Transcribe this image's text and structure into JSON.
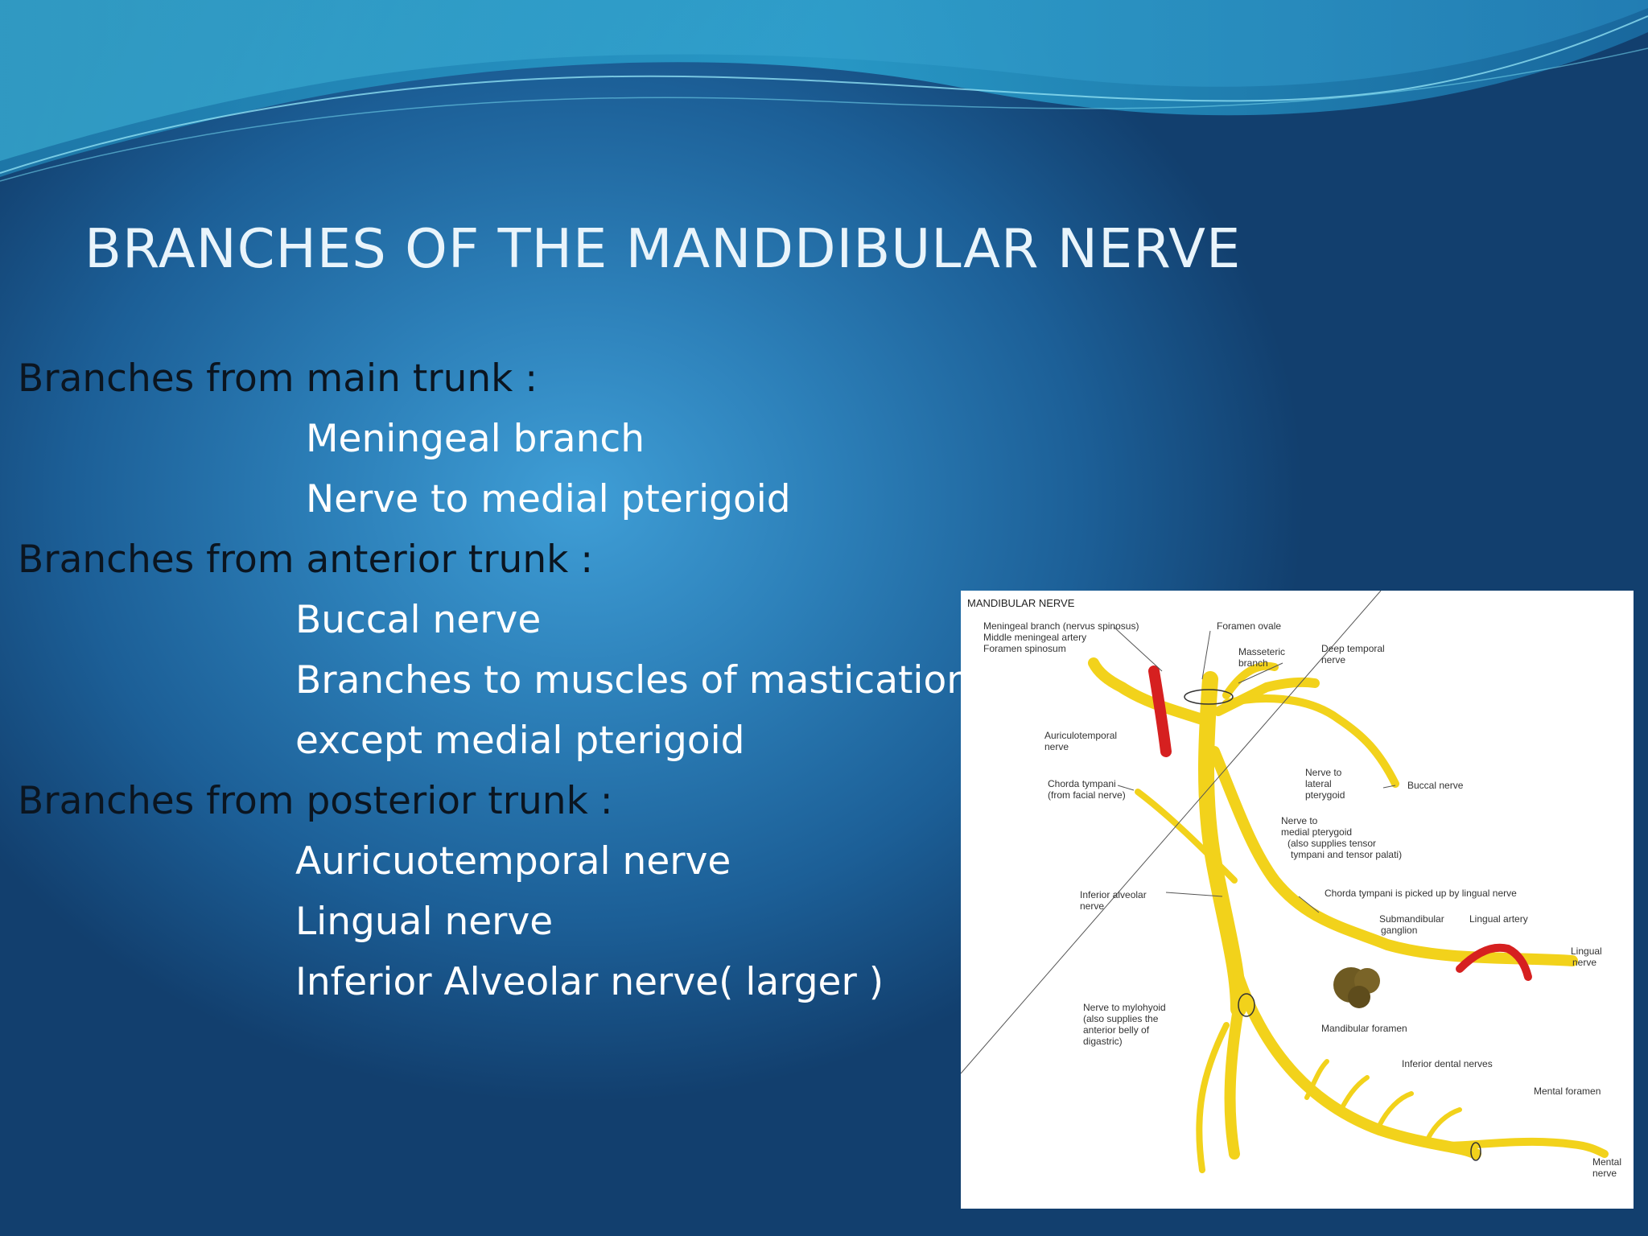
{
  "slide": {
    "title": "BRANCHES OF THE MANDDIBULAR NERVE",
    "sections": [
      {
        "heading": "Branches from main trunk :",
        "items": [
          "Meningeal branch",
          "Nerve to medial pterigoid"
        ]
      },
      {
        "heading": "Branches from anterior trunk :",
        "items": [
          "Buccal nerve",
          "Branches to muscles of mastication",
          "except  medial pterigoid"
        ]
      },
      {
        "heading": "Branches from posterior trunk :",
        "items": [
          "Auricuotemporal nerve",
          "Lingual nerve",
          "Inferior Alveolar nerve( larger )"
        ]
      }
    ]
  },
  "figure": {
    "title": "MANDIBULAR NERVE",
    "labels": {
      "meningeal": "Meningeal branch (nervus spinosus)",
      "middle_meningeal": "Middle meningeal artery",
      "foramen_spinosum": "Foramen spinosum",
      "foramen_ovale": "Foramen ovale",
      "masseteric_1": "Masseteric",
      "masseteric_2": "branch",
      "deep_temporal_1": "Deep temporal",
      "deep_temporal_2": "nerve",
      "auriculotemporal_1": "Auriculotemporal",
      "auriculotemporal_2": "nerve",
      "chorda_1": "Chorda tympani",
      "chorda_2": "(from facial nerve)",
      "lateral_pterygoid_1": "Nerve to",
      "lateral_pterygoid_2": "lateral",
      "lateral_pterygoid_3": "pterygoid",
      "buccal": "Buccal nerve",
      "medial_pterygoid_1": "Nerve to",
      "medial_pterygoid_2": "medial pterygoid",
      "medial_pterygoid_3": "(also supplies tensor",
      "medial_pterygoid_4": "tympani and tensor palati)",
      "inferior_alveolar_1": "Inferior alveolar",
      "inferior_alveolar_2": "nerve",
      "chorda_picked": "Chorda tympani is picked up by lingual nerve",
      "submandibular_1": "Submandibular",
      "submandibular_2": "ganglion",
      "lingual_artery": "Lingual artery",
      "lingual_nerve_1": "Lingual",
      "lingual_nerve_2": "nerve",
      "mylohyoid_1": "Nerve to mylohyoid",
      "mylohyoid_2": "(also supplies the",
      "mylohyoid_3": "anterior belly of",
      "mylohyoid_4": "digastric)",
      "mandibular_foramen": "Mandibular foramen",
      "inferior_dental": "Inferior dental nerves",
      "mental_foramen": "Mental foramen",
      "mental_nerve_1": "Mental",
      "mental_nerve_2": "nerve"
    },
    "colors": {
      "nerve": "#f2d21b",
      "nerve_outline": "#8a7410",
      "artery": "#d62020",
      "ganglion": "#6e5a22"
    }
  }
}
